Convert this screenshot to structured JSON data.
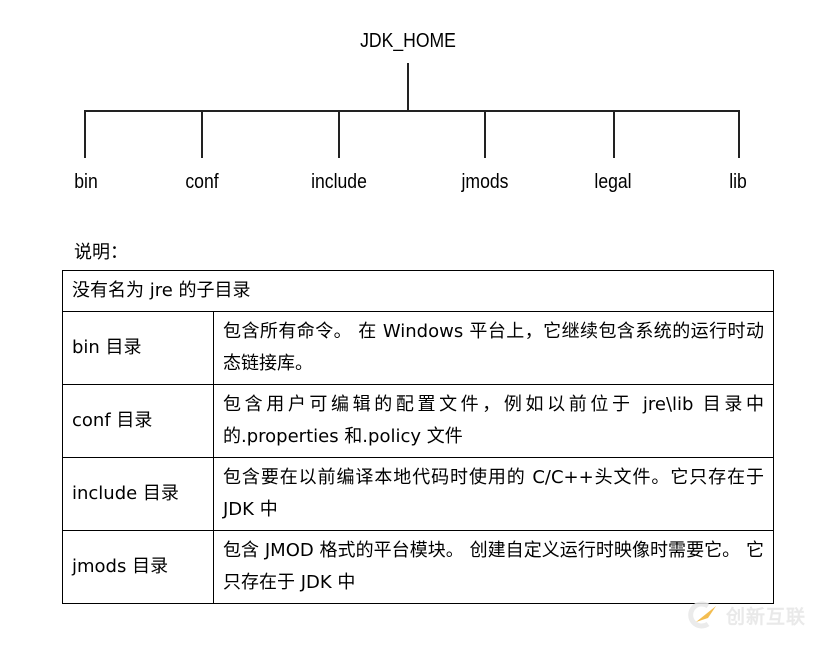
{
  "tree": {
    "root": "JDK_HOME",
    "children": [
      "bin",
      "conf",
      "include",
      "jmods",
      "legal",
      "lib"
    ]
  },
  "note_label": "说明：",
  "table": {
    "header": "没有名为 jre 的子目录",
    "rows": [
      {
        "key": "bin  目录",
        "value": "包含所有命令。 在 Windows 平台上，它继续包含系统的运行时动态链接库。"
      },
      {
        "key": "conf  目录",
        "value": "包含用户可编辑的配置文件，例如以前位于 jre\\lib 目录中的.properties 和.policy 文件"
      },
      {
        "key": "include  目录",
        "value": "包含要在以前编译本地代码时使用的  C/C++头文件。它只存在于 JDK 中"
      },
      {
        "key": "jmods  目录",
        "value": "包含 JMOD 格式的平台模块。 创建自定义运行时映像时需要它。  它只存在于 JDK 中"
      }
    ]
  },
  "watermark": "创新互联"
}
